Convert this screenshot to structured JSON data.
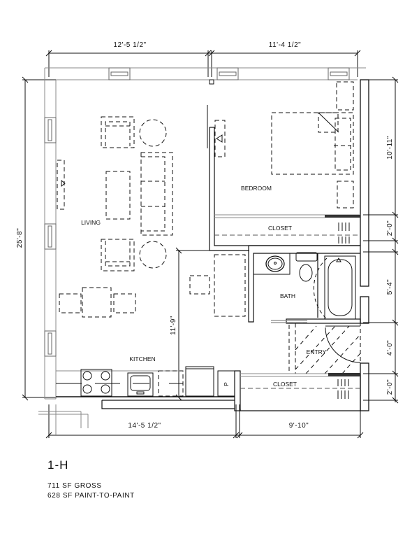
{
  "unit": {
    "name": "1-H",
    "gross_area": "711 SF GROSS",
    "paint_to_paint_area": "628 SF PAINT-TO-PAINT"
  },
  "rooms": {
    "living": "LIVING",
    "bedroom": "BEDROOM",
    "kitchen": "KITCHEN",
    "bath": "BATH",
    "entry": "ENTRY",
    "bedroom_closet": "CLOSET",
    "entry_closet": "CLOSET",
    "pantry": "P"
  },
  "dimensions": {
    "top_left": "12'-5 1/2\"",
    "top_right": "11'-4 1/2\"",
    "bottom_left": "14'-5 1/2\"",
    "bottom_right": "9'-10\"",
    "left_overall": "25'-8\"",
    "right_bedroom": "10'-11\"",
    "right_bedroom_closet": "2'-0\"",
    "right_bath": "5'-4\"",
    "right_entry": "4'-0\"",
    "right_entry_closet": "2'-0\"",
    "kitchen_depth": "11'-9\""
  },
  "colors": {
    "line": "#111111",
    "light_line": "#999999",
    "background": "#ffffff"
  }
}
